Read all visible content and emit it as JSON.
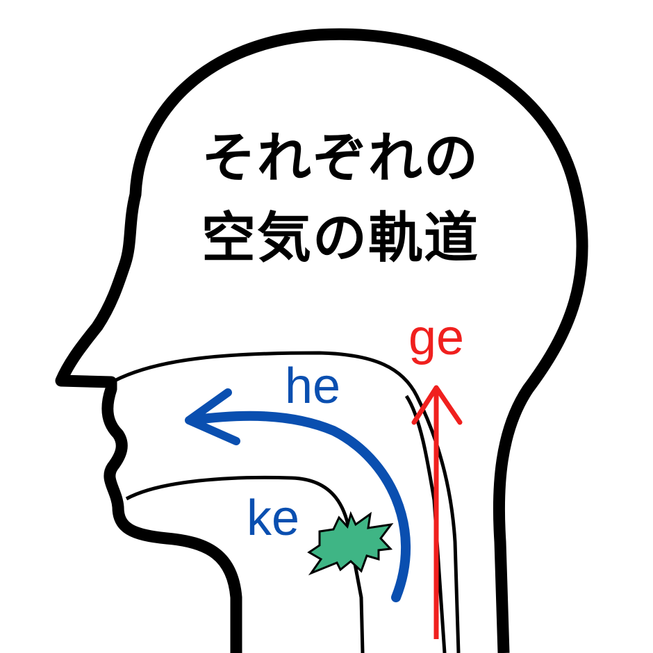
{
  "title": {
    "line1": "それぞれの",
    "line2": "空気の軌道"
  },
  "labels": {
    "he": "he",
    "ke": "ke",
    "ge": "ge"
  },
  "colors": {
    "outline": "#000000",
    "he": "#0a4fb0",
    "ge": "#f0201e",
    "burst": "#3fb585"
  }
}
